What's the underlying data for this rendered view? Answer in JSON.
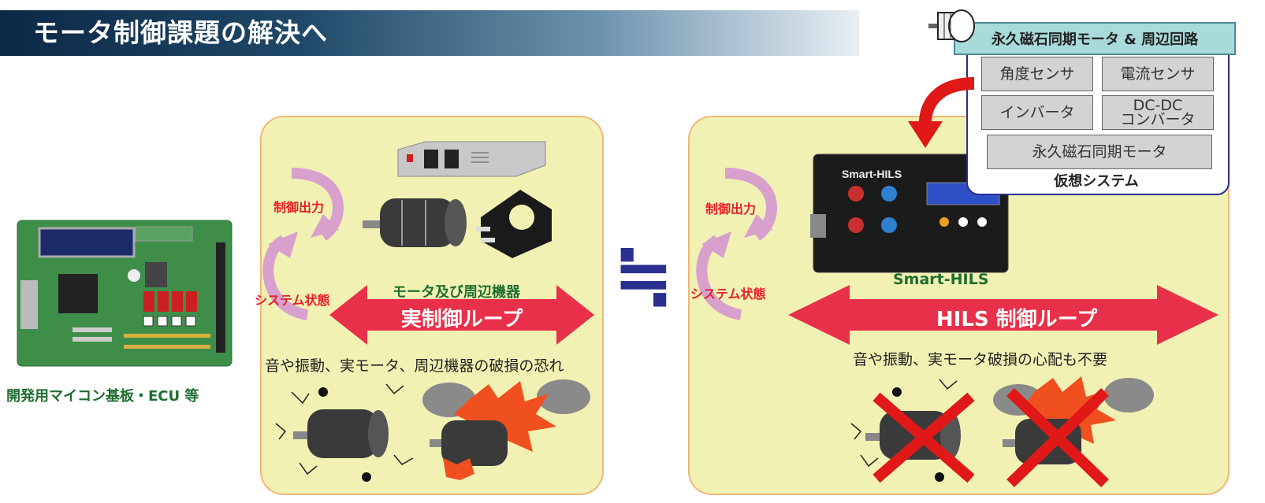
{
  "title": "モータ制御課題の解決へ",
  "left": {
    "caption": "開発用マイコン基板・ECU 等"
  },
  "real_loop": {
    "control_output": "制御出力",
    "system_state": "システム状態",
    "devices_label": "モータ及び周辺機器",
    "loop_label": "実制御ループ",
    "risk_text": "音や振動、実モータ、周辺機器の破損の恐れ"
  },
  "approx_symbol": "≒",
  "hils_loop": {
    "control_output": "制御出力",
    "system_state": "システム状態",
    "device_label": "Smart-HILS",
    "loop_label": "HILS 制御ループ",
    "benefit_text": "音や振動、実モータ破損の心配も不要"
  },
  "virtual_system": {
    "header": "永久磁石同期モータ & 周辺回路",
    "boxes": {
      "angle_sensor": "角度センサ",
      "current_sensor": "電流センサ",
      "inverter": "インバータ",
      "dcdc_line1": "DC-DC",
      "dcdc_line2": "コンバータ",
      "pmsm": "永久磁石同期モータ"
    },
    "caption": "仮想システム"
  },
  "colors": {
    "panel_bg": "#f1f1b4",
    "panel_border": "#f0b878",
    "arrow_red": "#e8304a",
    "loop_pink": "#d8a0cc",
    "label_red": "#e8202a",
    "label_green": "#1e6e30"
  }
}
